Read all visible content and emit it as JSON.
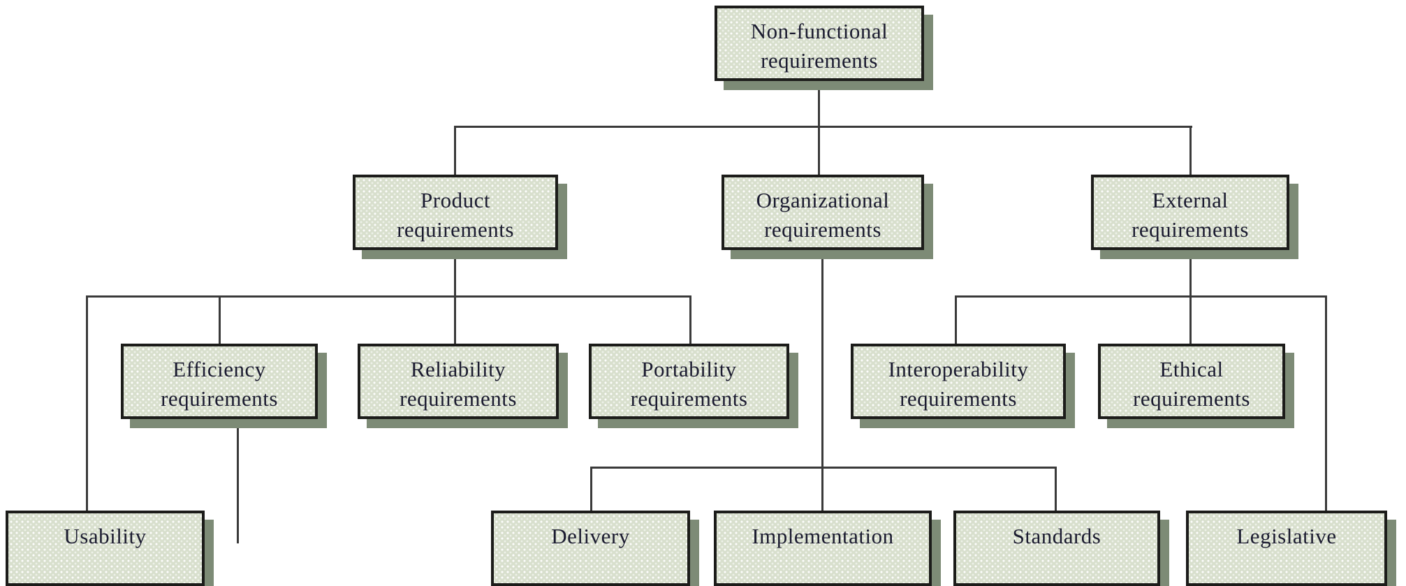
{
  "diagram": {
    "type": "hierarchy-tree",
    "subject": "Types of non-functional requirements",
    "colors": {
      "background": "#ffffff",
      "box_fill": "#d8dfcd",
      "box_texture_dots": "#ffffff",
      "box_border": "#1c1c1a",
      "box_shadow": "#7d8b76",
      "connector_line": "#3a3a3a",
      "label_text": "#1b1b30"
    },
    "nodes": [
      {
        "id": "non-functional",
        "line1": "Non-functional",
        "line2": "requirements"
      },
      {
        "id": "product",
        "line1": "Product",
        "line2": "requirements"
      },
      {
        "id": "organizational",
        "line1": "Organizational",
        "line2": "requirements"
      },
      {
        "id": "external",
        "line1": "External",
        "line2": "requirements"
      },
      {
        "id": "efficiency",
        "line1": "Efficiency",
        "line2": "requirements"
      },
      {
        "id": "reliability",
        "line1": "Reliability",
        "line2": "requirements"
      },
      {
        "id": "portability",
        "line1": "Portability",
        "line2": "requirements"
      },
      {
        "id": "interoperability",
        "line1": "Interoperability",
        "line2": "requirements"
      },
      {
        "id": "ethical",
        "line1": "Ethical",
        "line2": "requirements"
      },
      {
        "id": "usability",
        "line1": "Usability",
        "line2": ""
      },
      {
        "id": "delivery",
        "line1": "Delivery",
        "line2": ""
      },
      {
        "id": "implementation",
        "line1": "Implementation",
        "line2": ""
      },
      {
        "id": "standards",
        "line1": "Standards",
        "line2": ""
      },
      {
        "id": "legislative",
        "line1": "Legislative",
        "line2": ""
      }
    ],
    "edges": [
      {
        "from": "non-functional",
        "to": "product"
      },
      {
        "from": "non-functional",
        "to": "organizational"
      },
      {
        "from": "non-functional",
        "to": "external"
      },
      {
        "from": "product",
        "to": "usability"
      },
      {
        "from": "product",
        "to": "efficiency"
      },
      {
        "from": "product",
        "to": "reliability"
      },
      {
        "from": "product",
        "to": "portability"
      },
      {
        "from": "organizational",
        "to": "delivery"
      },
      {
        "from": "organizational",
        "to": "implementation"
      },
      {
        "from": "organizational",
        "to": "standards"
      },
      {
        "from": "external",
        "to": "interoperability"
      },
      {
        "from": "external",
        "to": "ethical"
      },
      {
        "from": "external",
        "to": "legislative"
      }
    ],
    "notes": "A connector line descends from the Efficiency requirements box past the bottom edge of the image; the bottom row of boxes (Usability, Delivery, Implementation, Standards, Legislative) is clipped by the bottom image edge."
  }
}
